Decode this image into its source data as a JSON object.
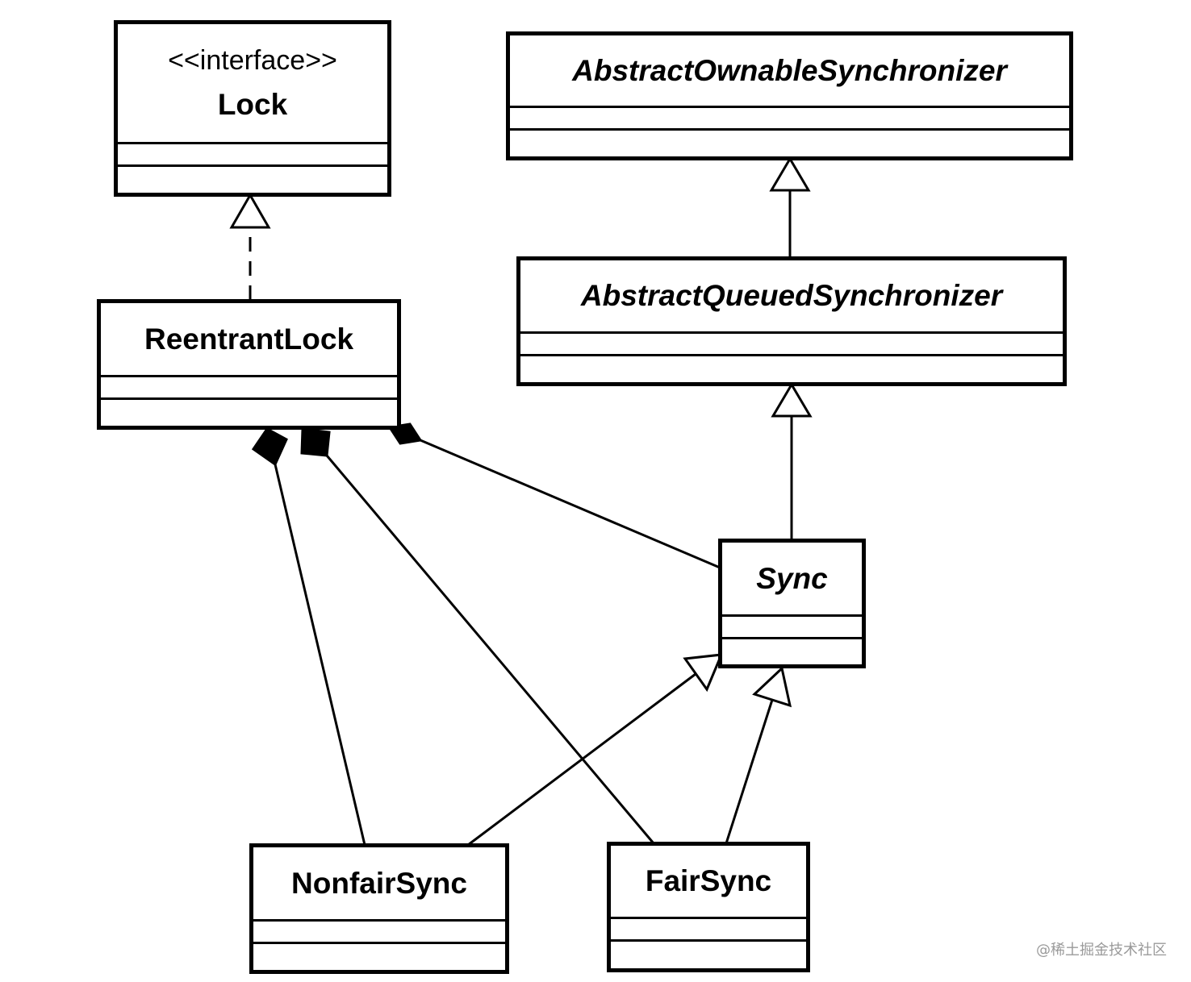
{
  "diagram": {
    "type": "uml-class-diagram",
    "classes": {
      "lock": {
        "stereotype": "<<interface>>",
        "name": "Lock",
        "abstract": false
      },
      "aos": {
        "name": "AbstractOwnableSynchronizer",
        "abstract": true
      },
      "aqs": {
        "name": "AbstractQueuedSynchronizer",
        "abstract": true
      },
      "reentrant": {
        "name": "ReentrantLock",
        "abstract": false
      },
      "sync": {
        "name": "Sync",
        "abstract": true
      },
      "nonfair": {
        "name": "NonfairSync",
        "abstract": false
      },
      "fair": {
        "name": "FairSync",
        "abstract": false
      }
    },
    "relations": [
      {
        "from": "ReentrantLock",
        "to": "Lock",
        "kind": "realization"
      },
      {
        "from": "AbstractQueuedSynchronizer",
        "to": "AbstractOwnableSynchronizer",
        "kind": "generalization"
      },
      {
        "from": "Sync",
        "to": "AbstractQueuedSynchronizer",
        "kind": "generalization"
      },
      {
        "from": "NonfairSync",
        "to": "Sync",
        "kind": "generalization"
      },
      {
        "from": "FairSync",
        "to": "Sync",
        "kind": "generalization"
      },
      {
        "from": "ReentrantLock",
        "to": "NonfairSync",
        "kind": "composition"
      },
      {
        "from": "ReentrantLock",
        "to": "FairSync",
        "kind": "composition"
      },
      {
        "from": "ReentrantLock",
        "to": "Sync",
        "kind": "composition"
      }
    ],
    "colors": {
      "line": "#000000",
      "fill": "#ffffff",
      "watermark": "#9a9a9a"
    }
  },
  "watermark": "@稀土掘金技术社区"
}
